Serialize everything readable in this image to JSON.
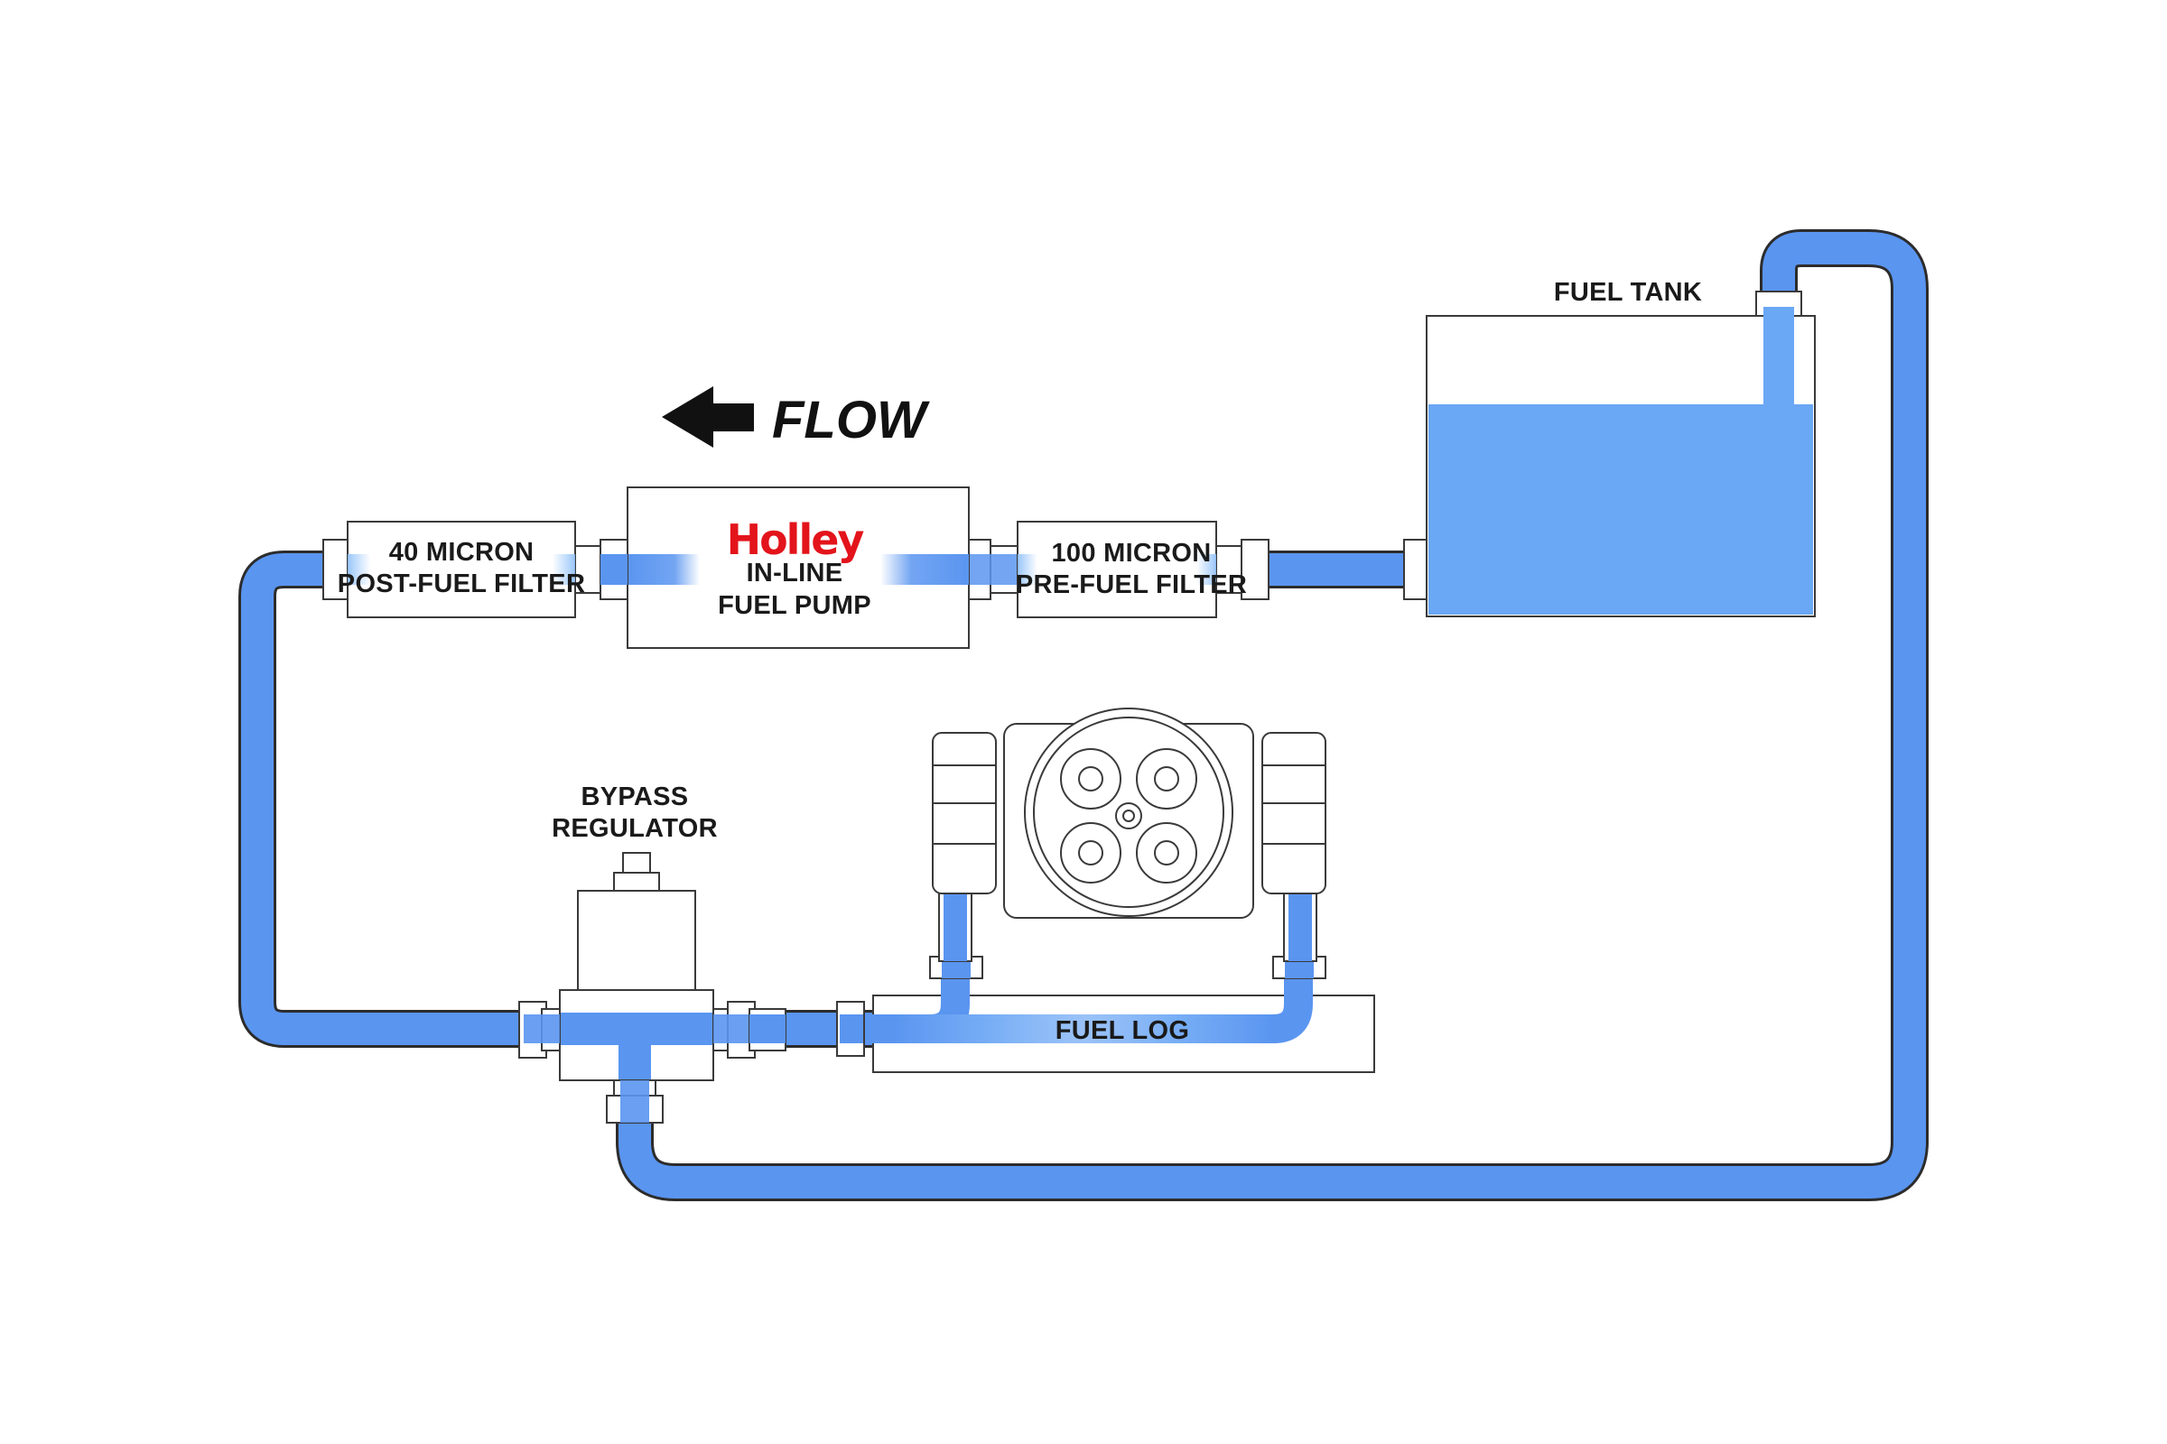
{
  "colors": {
    "fuel": "#5a95f0",
    "fuel_light": "#8fc0fa",
    "tank_fuel": "#6aa7f5",
    "brand_red": "#e3141b",
    "outline": "#3a3a3a"
  },
  "flow": {
    "label": "FLOW",
    "direction_icon": "arrow-left-icon"
  },
  "components": {
    "post_filter": {
      "line1": "40 MICRON",
      "line2": "POST-FUEL FILTER"
    },
    "pump": {
      "brand": "Holley",
      "line1": "IN-LINE",
      "line2": "FUEL PUMP"
    },
    "pre_filter": {
      "line1": "100 MICRON",
      "line2": "PRE-FUEL FILTER"
    },
    "tank": {
      "label": "FUEL TANK"
    },
    "regulator": {
      "line1": "BYPASS",
      "line2": "REGULATOR"
    },
    "fuel_log": {
      "label": "FUEL LOG"
    },
    "throttle_body": {
      "icon": "throttle-body-icon"
    }
  }
}
